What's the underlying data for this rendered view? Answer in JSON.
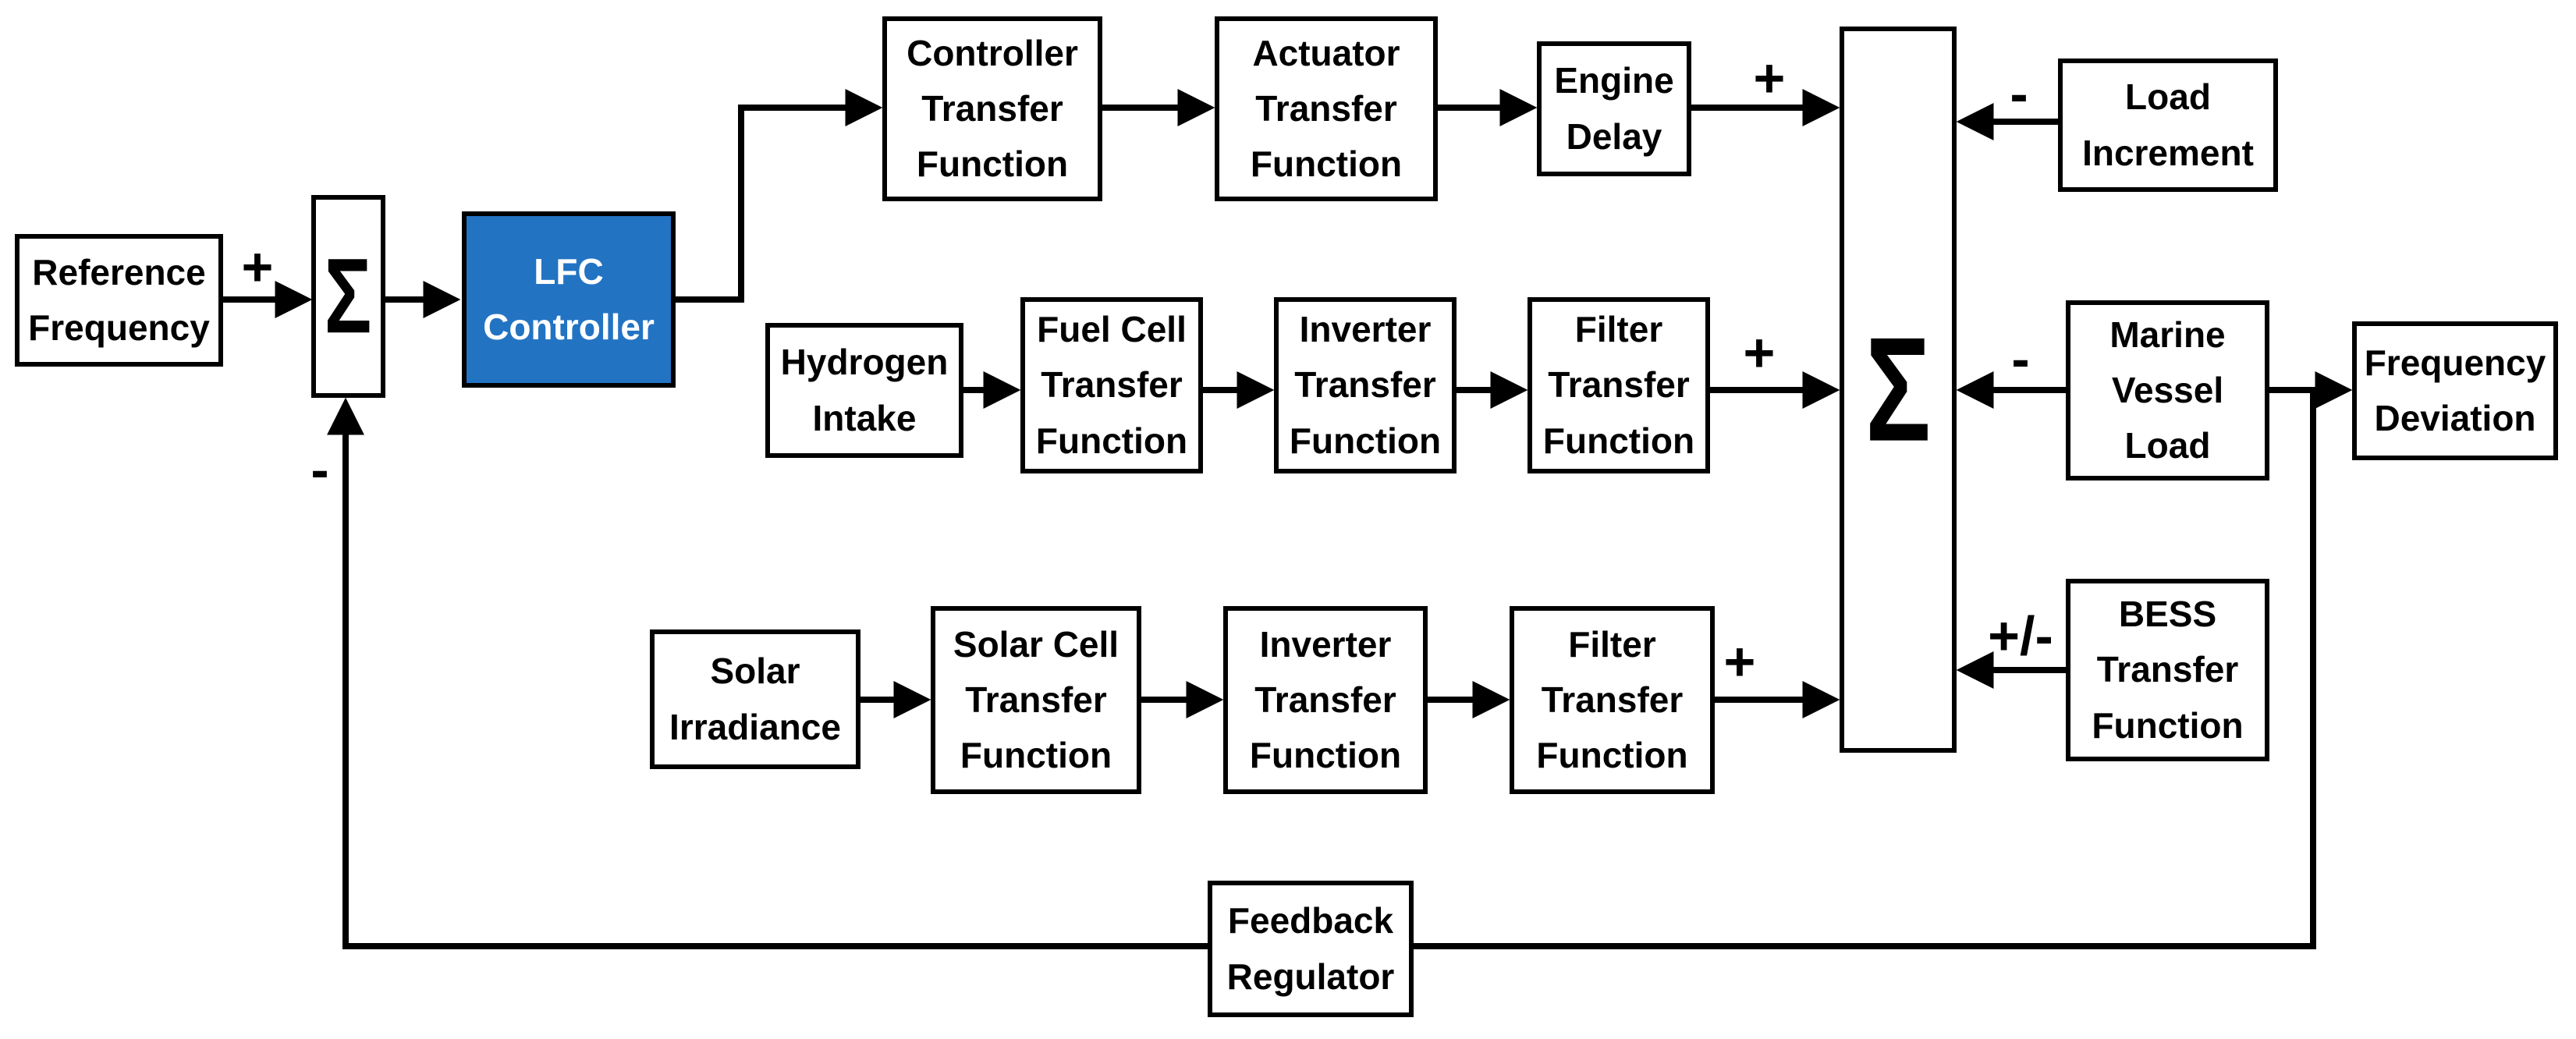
{
  "diagram": {
    "blocks": {
      "reference_frequency": {
        "label": "Reference Frequency"
      },
      "sum_input": {
        "label": "Σ"
      },
      "lfc_controller": {
        "label": "LFC Controller"
      },
      "controller_tf": {
        "label": "Controller Transfer Function"
      },
      "actuator_tf": {
        "label": "Actuator Transfer Function"
      },
      "engine_delay": {
        "label": "Engine Delay"
      },
      "sum_main": {
        "label": "Σ"
      },
      "load_increment": {
        "label": "Load Increment"
      },
      "hydrogen_intake": {
        "label": "Hydrogen Intake"
      },
      "fuel_cell_tf": {
        "label": "Fuel Cell Transfer Function"
      },
      "inverter_tf_fuel": {
        "label": "Inverter Transfer Function"
      },
      "filter_tf_fuel": {
        "label": "Filter Transfer Function"
      },
      "marine_vessel_load": {
        "label": "Marine Vessel Load"
      },
      "frequency_deviation": {
        "label": "Frequency Deviation"
      },
      "solar_irradiance": {
        "label": "Solar Irradiance"
      },
      "solar_cell_tf": {
        "label": "Solar Cell Transfer Function"
      },
      "inverter_tf_solar": {
        "label": "Inverter Transfer Function"
      },
      "filter_tf_solar": {
        "label": "Filter Transfer Function"
      },
      "bess_tf": {
        "label": "BESS Transfer Function"
      },
      "feedback_regulator": {
        "label": "Feedback Regulator"
      }
    },
    "signs": {
      "ref_plus": "+",
      "feedback_minus": "-",
      "engine_plus": "+",
      "load_minus": "-",
      "fuel_plus": "+",
      "marine_minus": "-",
      "solar_plus": "+",
      "bess_plus_minus": "+/-"
    },
    "colors": {
      "lfc_fill": "#2373C3",
      "lfc_text": "#FFFFFF",
      "line": "#000000",
      "background": "#FFFFFF"
    }
  }
}
